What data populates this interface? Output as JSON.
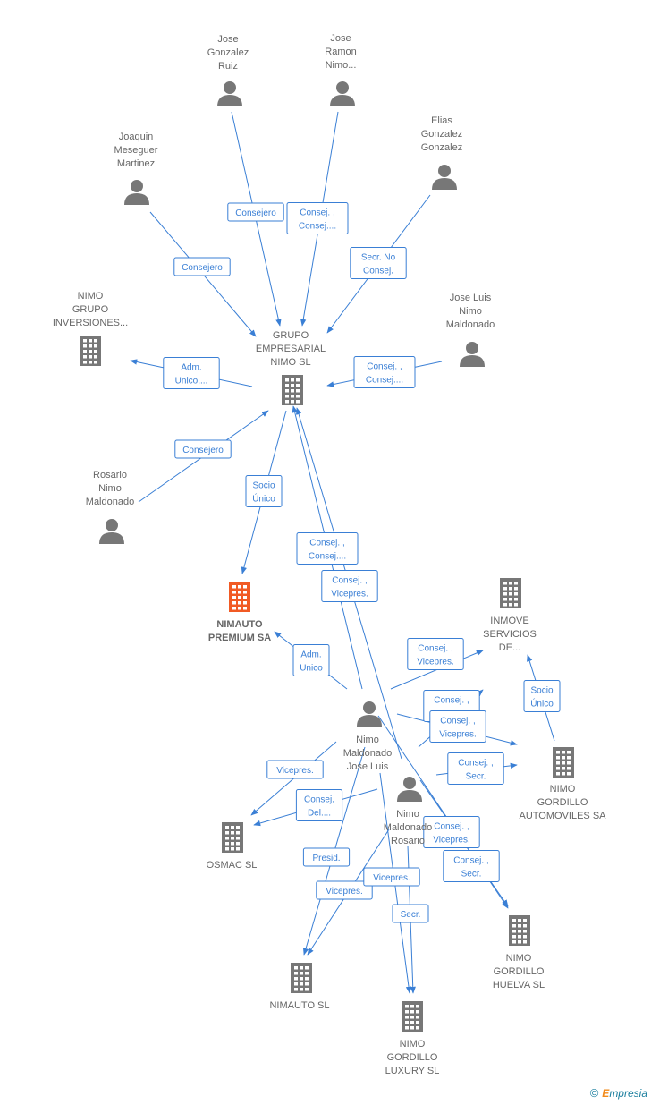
{
  "colors": {
    "edge": "#3a7fd5",
    "company": "#777777",
    "person": "#777777",
    "highlight": "#f15a24"
  },
  "nodes": [
    {
      "id": "jgr",
      "kind": "person",
      "lines": [
        "Jose",
        "Gonzalez",
        "Ruiz"
      ]
    },
    {
      "id": "jrn",
      "kind": "person",
      "lines": [
        "Jose",
        "Ramon",
        "Nimo..."
      ]
    },
    {
      "id": "jmm",
      "kind": "person",
      "lines": [
        "Joaquin",
        "Meseguer",
        "Martinez"
      ]
    },
    {
      "id": "egg",
      "kind": "person",
      "lines": [
        "Elias",
        "Gonzalez",
        "Gonzalez"
      ]
    },
    {
      "id": "ngi",
      "kind": "company",
      "lines": [
        "NIMO",
        "GRUPO",
        "INVERSIONES..."
      ]
    },
    {
      "id": "gen",
      "kind": "company",
      "lines": [
        "GRUPO",
        "EMPRESARIAL",
        "NIMO  SL"
      ]
    },
    {
      "id": "jlnm",
      "kind": "person",
      "lines": [
        "Jose Luis",
        "Nimo",
        "Maldonado"
      ]
    },
    {
      "id": "rnm",
      "kind": "person",
      "lines": [
        "Rosario",
        "Nimo",
        "Maldonado"
      ]
    },
    {
      "id": "nps",
      "kind": "company",
      "highlight": true,
      "lines": [
        "NIMAUTO",
        "PREMIUM SA"
      ]
    },
    {
      "id": "isd",
      "kind": "company",
      "lines": [
        "INMOVE",
        "SERVICIOS",
        "DE..."
      ]
    },
    {
      "id": "nmjl",
      "kind": "person",
      "lines": [
        "Nimo",
        "Maldonado",
        "Jose Luis"
      ]
    },
    {
      "id": "nmr",
      "kind": "person",
      "lines": [
        "Nimo",
        "Maldonado",
        "Rosario"
      ]
    },
    {
      "id": "nga",
      "kind": "company",
      "lines": [
        "NIMO",
        "GORDILLO",
        "AUTOMOVILES SA"
      ]
    },
    {
      "id": "osm",
      "kind": "company",
      "lines": [
        "OSMAC  SL"
      ]
    },
    {
      "id": "ngh",
      "kind": "company",
      "lines": [
        "NIMO",
        "GORDILLO",
        "HUELVA  SL"
      ]
    },
    {
      "id": "nsl",
      "kind": "company",
      "lines": [
        "NIMAUTO SL"
      ]
    },
    {
      "id": "ngl",
      "kind": "company",
      "lines": [
        "NIMO",
        "GORDILLO",
        "LUXURY SL"
      ]
    }
  ],
  "edges": [
    {
      "from": "jgr",
      "to": "gen",
      "label": [
        "Consejero"
      ]
    },
    {
      "from": "jrn",
      "to": "gen",
      "label": [
        "Consej. ,",
        "Consej...."
      ]
    },
    {
      "from": "jmm",
      "to": "gen",
      "label": [
        "Consejero"
      ]
    },
    {
      "from": "egg",
      "to": "gen",
      "label": [
        "Secr.  No",
        "Consej."
      ]
    },
    {
      "from": "gen",
      "to": "ngi",
      "label": [
        "Adm.",
        "Unico,..."
      ]
    },
    {
      "from": "jlnm",
      "to": "gen",
      "label": [
        "Consej. ,",
        "Consej...."
      ]
    },
    {
      "from": "rnm",
      "to": "gen",
      "label": [
        "Consejero"
      ]
    },
    {
      "from": "gen",
      "to": "nps",
      "label": [
        "Socio",
        "Único"
      ]
    },
    {
      "from": "nmjl",
      "to": "gen",
      "label": [
        "Consej. ,",
        "Consej...."
      ]
    },
    {
      "from": "nmr",
      "to": "gen",
      "label": [
        "Consej. ,",
        "Vicepres."
      ]
    },
    {
      "from": "nmjl",
      "to": "nps",
      "label": [
        "Adm.",
        "Unico"
      ]
    },
    {
      "from": "nmjl",
      "to": "isd",
      "label": [
        "Consej. ,",
        "Vicepres."
      ]
    },
    {
      "from": "nga",
      "to": "isd",
      "label": [
        "Socio",
        "Único"
      ]
    },
    {
      "from": "nmr",
      "to": "isd",
      "label": [
        "Consej. ,",
        "Secr."
      ]
    },
    {
      "from": "nmjl",
      "to": "nga",
      "label": [
        "Consej. ,",
        "Vicepres."
      ]
    },
    {
      "from": "nmr",
      "to": "nga",
      "label": [
        "Consej. ,",
        "Secr."
      ]
    },
    {
      "from": "nmjl",
      "to": "osm",
      "label": [
        "Vicepres."
      ]
    },
    {
      "from": "nmr",
      "to": "osm",
      "label": [
        "Consej.",
        "Del...."
      ]
    },
    {
      "from": "nmjl",
      "to": "ngh",
      "label": [
        "Consej. ,",
        "Vicepres."
      ]
    },
    {
      "from": "nmr",
      "to": "ngh",
      "label": [
        "Consej. ,",
        "Secr."
      ]
    },
    {
      "from": "nmjl",
      "to": "nsl",
      "label": [
        "Presid."
      ]
    },
    {
      "from": "nmr",
      "to": "nsl",
      "label": [
        "Vicepres."
      ]
    },
    {
      "from": "nmjl",
      "to": "ngl",
      "label": [
        "Vicepres."
      ]
    },
    {
      "from": "nmr",
      "to": "ngl",
      "label": [
        "Secr."
      ]
    }
  ],
  "footer": {
    "copyright": "©",
    "brand_e": "E",
    "brand_rest": "mpresia"
  }
}
